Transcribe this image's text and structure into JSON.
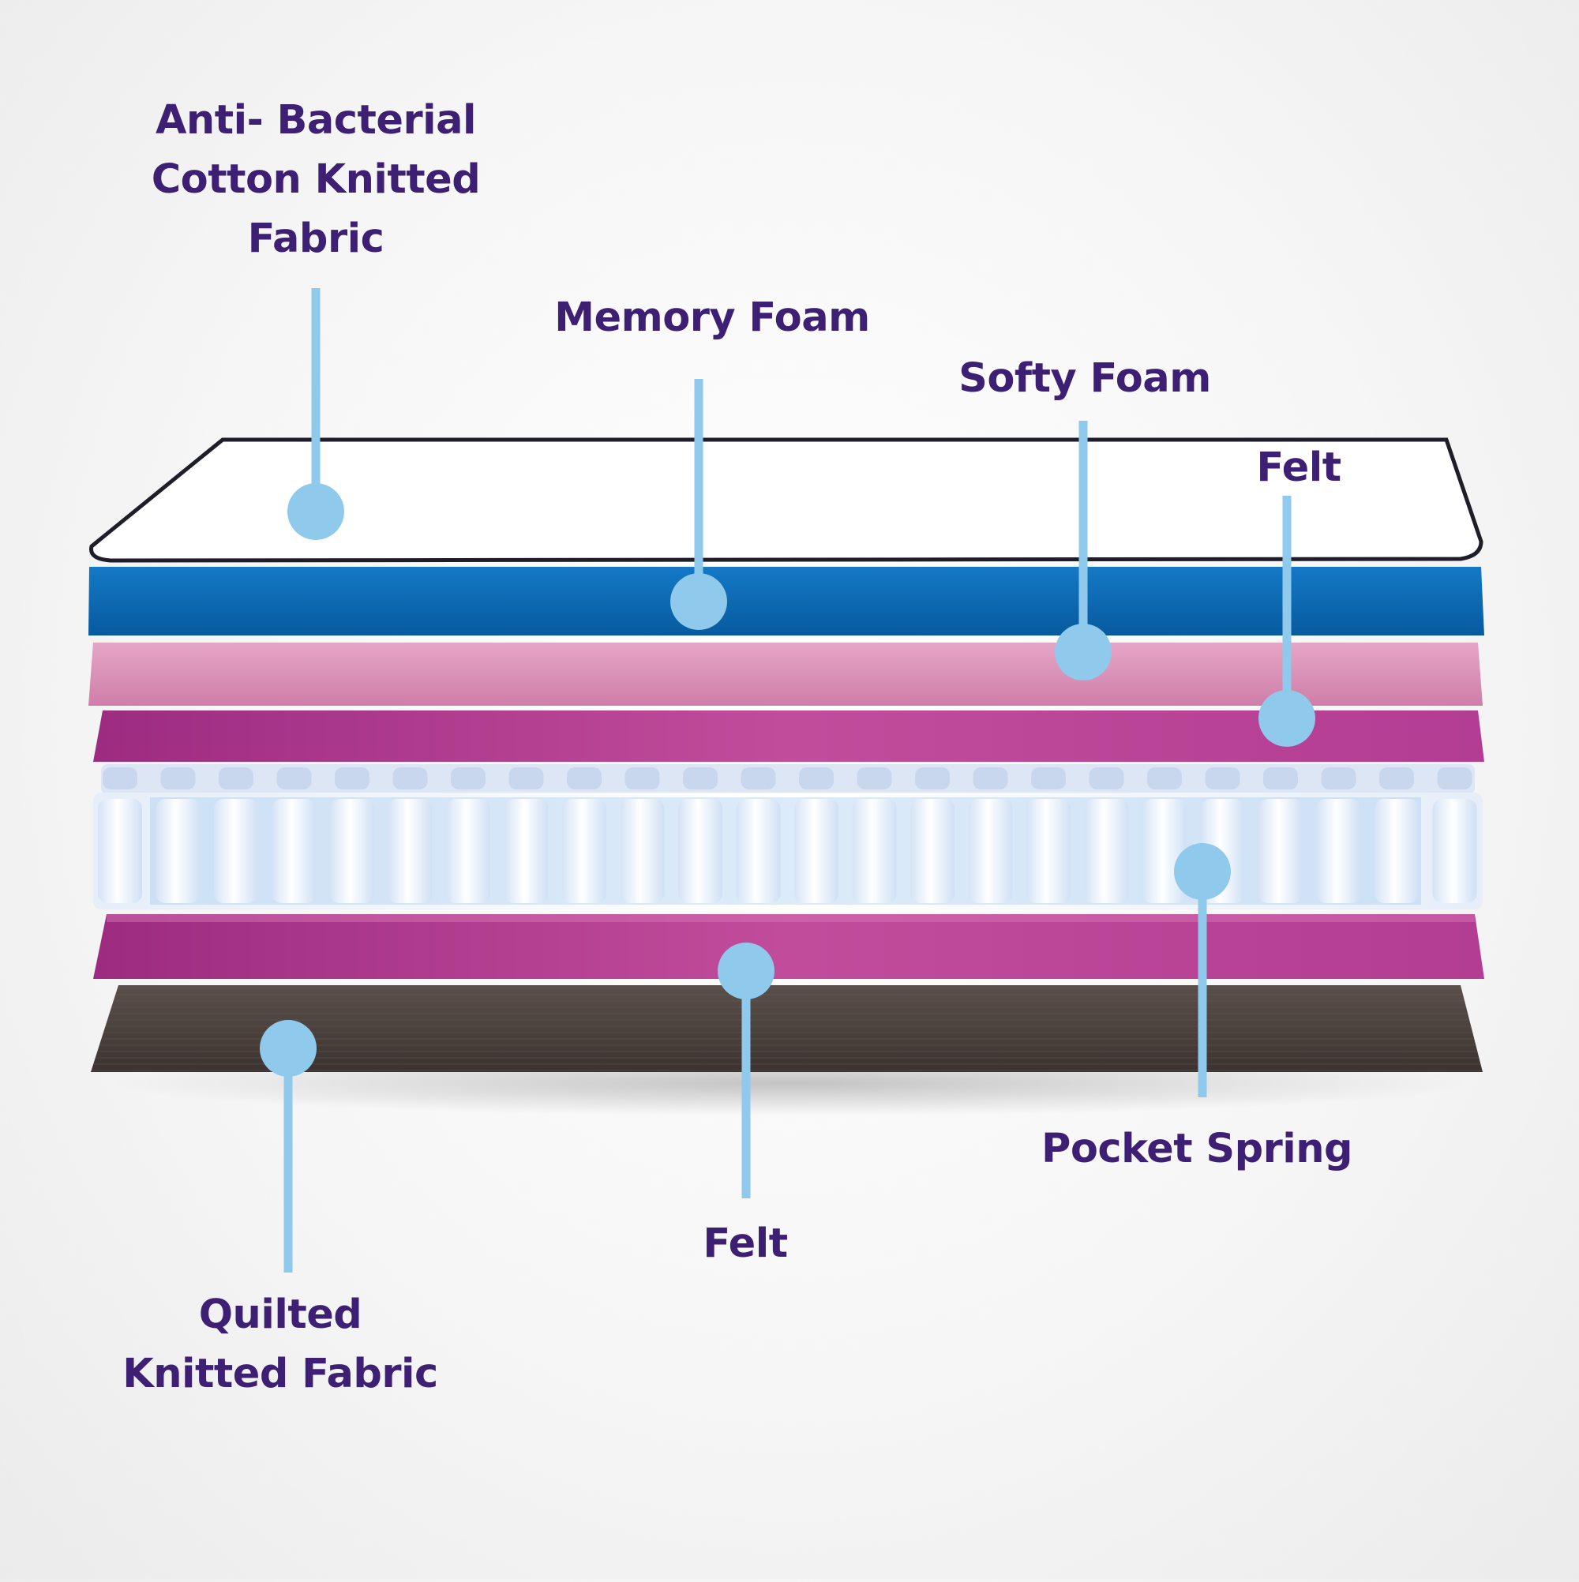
{
  "colors": {
    "label_text": "#3d1f73",
    "callout": "#8fc9ec",
    "cotton_fabric": "#ffffff",
    "memory_foam": "#0b69b4",
    "softy_foam": "#d98fb6",
    "felt": "#b23d92",
    "pocket_spring": "#eef3fb",
    "quilted_fabric": "#4a403c"
  },
  "layers": [
    {
      "id": "cotton",
      "icon": "fabric-layer",
      "label_lines": [
        "Anti- Bacterial",
        "Cotton Knitted",
        "Fabric"
      ]
    },
    {
      "id": "memory",
      "icon": "foam-layer",
      "label_lines": [
        "Memory Foam"
      ]
    },
    {
      "id": "softy",
      "icon": "foam-layer",
      "label_lines": [
        "Softy Foam"
      ]
    },
    {
      "id": "felt_top",
      "icon": "felt-layer",
      "label_lines": [
        "Felt"
      ]
    },
    {
      "id": "spring",
      "icon": "spring-layer",
      "label_lines": [
        "Pocket Spring"
      ]
    },
    {
      "id": "felt_bottom",
      "icon": "felt-layer",
      "label_lines": [
        "Felt"
      ]
    },
    {
      "id": "quilted",
      "icon": "fabric-layer",
      "label_lines": [
        "Quilted",
        "Knitted Fabric"
      ]
    }
  ]
}
